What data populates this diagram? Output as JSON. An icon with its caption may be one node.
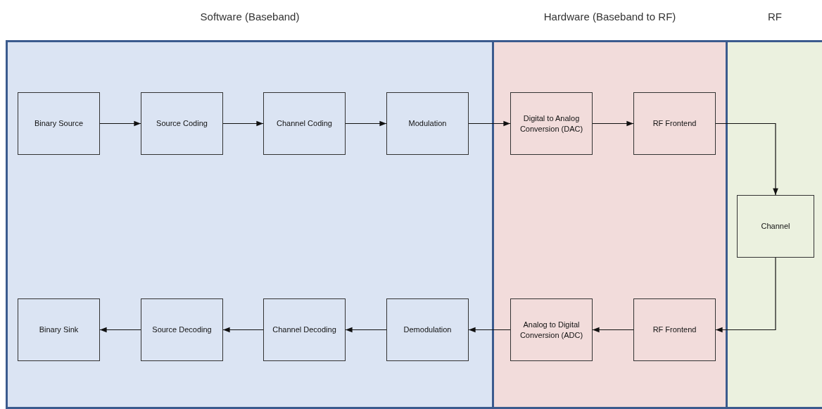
{
  "diagram": {
    "nodes": [
      {
        "text": [
          "Software (Baseband)"
        ]
      },
      {
        "text": [
          "Binary Source"
        ],
        "in": 0
      },
      {
        "text": [
          "Source Coding"
        ],
        "in": 0
      },
      {
        "text": [
          "Channel Coding"
        ],
        "in": 0
      },
      {
        "text": [
          "Modulation"
        ],
        "in": 0
      },
      {
        "text": [
          "Binary Sink"
        ],
        "in": 0
      },
      {
        "text": [
          "Source Decoding"
        ],
        "in": 0
      },
      {
        "text": [
          "Channel Decoding"
        ],
        "in": 0
      },
      {
        "text": [
          "Demodulation"
        ],
        "in": 0
      },
      {
        "text": [
          "Hardware (Baseband to RF)"
        ]
      },
      {
        "text": [
          "Digital to Analog Conversion (DAC)"
        ],
        "in": 9
      },
      {
        "text": [
          "RF Frontend"
        ],
        "in": 9
      },
      {
        "text": [
          "Analog to Digital Conversion (ADC)"
        ],
        "in": 9
      },
      {
        "text": [
          "RF Frontend"
        ],
        "in": 9
      },
      {
        "text": [
          "RF"
        ]
      },
      {
        "text": [
          "Channel"
        ],
        "in": 14
      }
    ],
    "edges": [
      {
        "from": 1,
        "to": 2,
        "arrow": "to"
      },
      {
        "from": 2,
        "to": 3,
        "arrow": "to"
      },
      {
        "from": 3,
        "to": 4,
        "arrow": "to"
      },
      {
        "from": 4,
        "to": 10,
        "arrow": "to"
      },
      {
        "from": 10,
        "to": 11,
        "arrow": "to"
      },
      {
        "from": 11,
        "to": 15,
        "arrow": "to"
      },
      {
        "from": 15,
        "to": 13,
        "arrow": "to"
      },
      {
        "from": 13,
        "to": 12,
        "arrow": "to"
      },
      {
        "from": 12,
        "to": 8,
        "arrow": "to"
      },
      {
        "from": 8,
        "to": 7,
        "arrow": "to"
      },
      {
        "from": 7,
        "to": 6,
        "arrow": "to"
      },
      {
        "from": 6,
        "to": 5,
        "arrow": "to"
      }
    ]
  }
}
